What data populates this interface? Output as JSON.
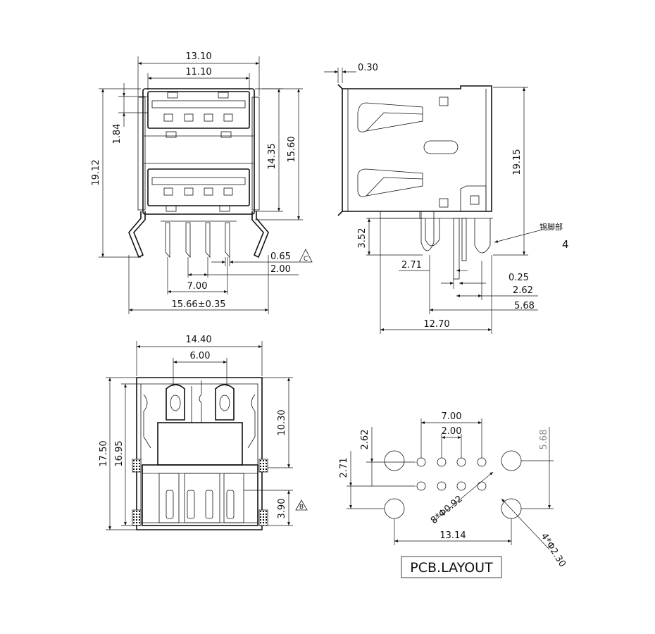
{
  "front_view": {
    "dims": {
      "width_outer": "13.10",
      "width_inner": "11.10",
      "pin_gap": "1.84",
      "height_total": "19.12",
      "height_a": "14.35",
      "height_b": "15.60",
      "pin_w": "0.65",
      "pin_pitch": "2.00",
      "pin_span": "7.00",
      "foot_span": "15.66±0.35"
    },
    "flag": "C"
  },
  "side_view": {
    "dims": {
      "shell_t": "0.30",
      "height": "19.15",
      "leg_h": "3.52",
      "off_a": "2.71",
      "pin_t": "0.25",
      "off_b": "2.62",
      "off_c": "5.68",
      "depth": "12.70"
    },
    "tin_note": "锡脚部",
    "flag": "4"
  },
  "bottom_view": {
    "dims": {
      "width": "14.40",
      "slot": "6.00",
      "height_a": "17.50",
      "height_b": "16.95",
      "upper": "10.30",
      "lower": "3.90"
    },
    "flag": "B"
  },
  "pcb_layout": {
    "title": "PCB.LAYOUT",
    "dims": {
      "pitch_outer": "7.00",
      "pitch_inner": "2.00",
      "row_a": "2.62",
      "row_b": "2.71",
      "row_c": "5.68",
      "span": "13.14",
      "pin_holes": "8*Φ0.92",
      "mount_holes": "4*Φ2.30"
    }
  }
}
